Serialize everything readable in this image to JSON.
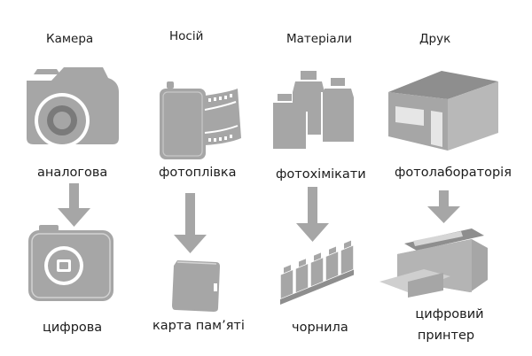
{
  "colors": {
    "icon": "#a6a6a6",
    "icon_dark": "#7a7a7a",
    "icon_light": "#e6e6e6",
    "arrow": "#a6a6a6",
    "text": "#1c1c1c"
  },
  "columns": [
    {
      "header": "Камера",
      "top_label": "аналогова",
      "bottom_label": "цифрова",
      "top_icon": "film-camera-icon",
      "bottom_icon": "digital-camera-icon"
    },
    {
      "header": "Носій",
      "top_label": "фотоплівка",
      "bottom_label": "карта пам’яті",
      "top_icon": "film-roll-icon",
      "bottom_icon": "memory-card-icon"
    },
    {
      "header": "Матеріали",
      "top_label": "фотохімікати",
      "bottom_label": "чорнила",
      "top_icon": "chemical-bottles-icon",
      "bottom_icon": "ink-cartridges-icon"
    },
    {
      "header": "Друк",
      "top_label": "фотолабораторія",
      "bottom_label_line1": "цифровий",
      "bottom_label_line2": "принтер",
      "top_icon": "photo-lab-building-icon",
      "bottom_icon": "printer-icon"
    }
  ]
}
